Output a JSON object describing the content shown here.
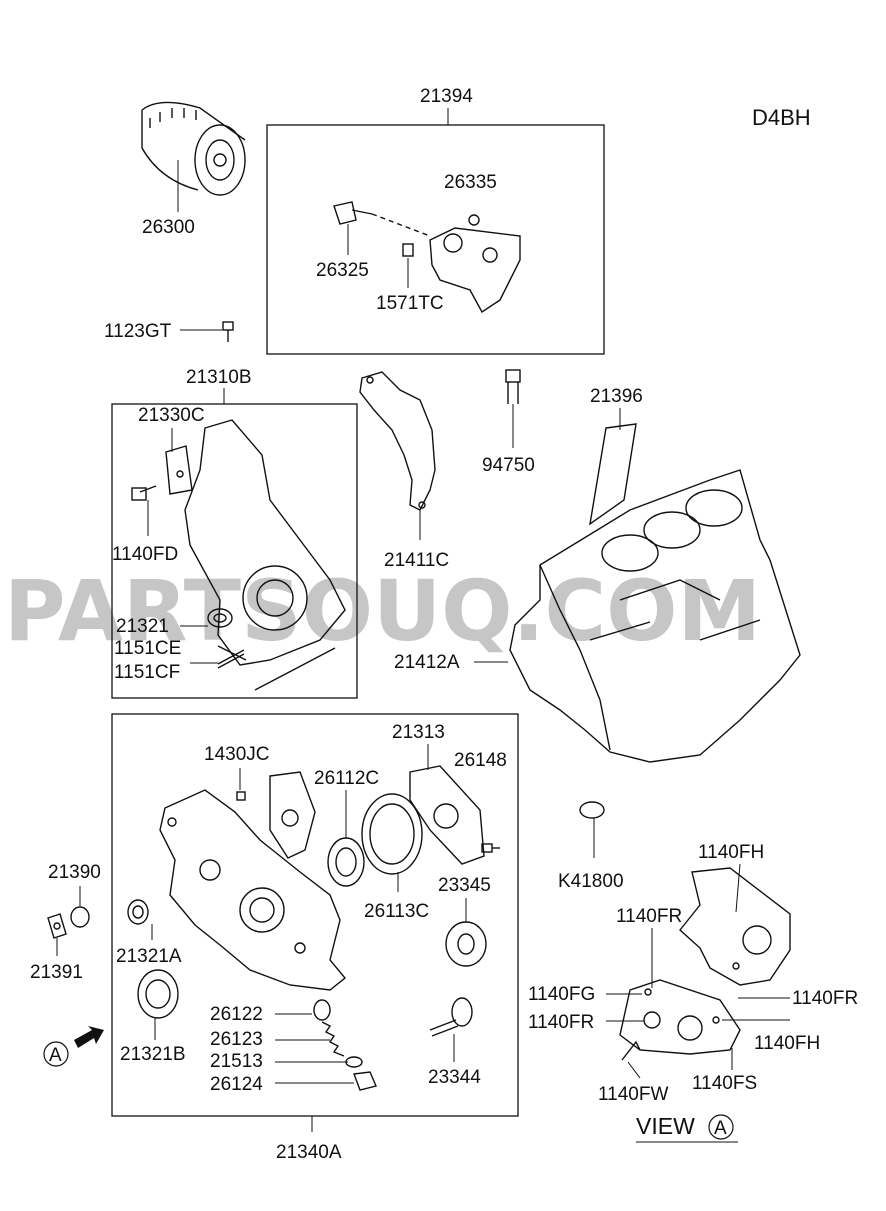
{
  "engine_code": "D4BH",
  "watermark": "PARTSOUQ.COM",
  "view_label": "VIEW",
  "view_mark": "A",
  "arrow_mark": "A",
  "labels": {
    "l21394": "21394",
    "l26300": "26300",
    "l26335": "26335",
    "l26325": "26325",
    "l1571TC": "1571TC",
    "l1123GT": "1123GT",
    "l21310B": "21310B",
    "l21330C": "21330C",
    "l1140FD": "1140FD",
    "l21321": "21321",
    "l1151CE": "1151CE",
    "l1151CF": "1151CF",
    "l21411C": "21411C",
    "l94750": "94750",
    "l21396": "21396",
    "l21412A": "21412A",
    "l1430JC": "1430JC",
    "l21313": "21313",
    "l26112C": "26112C",
    "l26148": "26148",
    "l26113C": "26113C",
    "l23345": "23345",
    "l21390": "21390",
    "l21391": "21391",
    "l21321A": "21321A",
    "l21321B": "21321B",
    "l26122": "26122",
    "l26123": "26123",
    "l21513": "21513",
    "l26124": "26124",
    "l23344": "23344",
    "l21340A": "21340A",
    "lK41800": "K41800",
    "l1140FH_top": "1140FH",
    "l1140FR_top": "1140FR",
    "l1140FG": "1140FG",
    "l1140FR_left": "1140FR",
    "l1140FR_right": "1140FR",
    "l1140FH_right": "1140FH",
    "l1140FW": "1140FW",
    "l1140FS": "1140FS"
  }
}
